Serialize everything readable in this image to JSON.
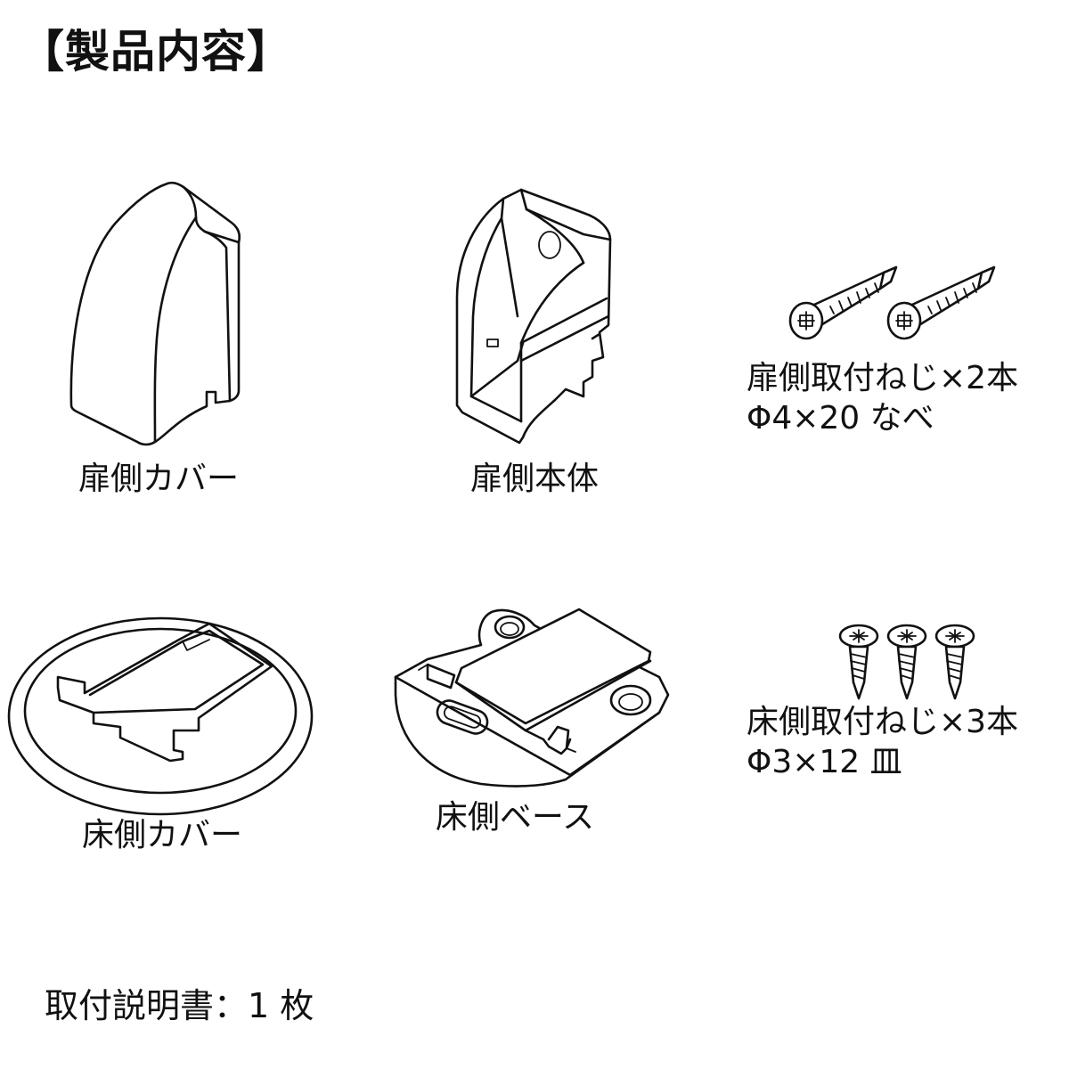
{
  "title": "【製品内容】",
  "parts": {
    "door_cover": {
      "label": "扉側カバー",
      "icon": "door-side-cover-illustration"
    },
    "door_body": {
      "label": "扉側本体",
      "icon": "door-side-body-illustration"
    },
    "door_screws": {
      "label_line1": "扉側取付ねじ×2本",
      "label_line2": "Φ4×20 なべ",
      "icon": "pan-head-screw-illustration"
    },
    "floor_cover": {
      "label": "床側カバー",
      "icon": "floor-side-cover-illustration"
    },
    "floor_base": {
      "label": "床側ベース",
      "icon": "floor-side-base-illustration"
    },
    "floor_screws": {
      "label_line1": "床側取付ねじ×3本",
      "label_line2": "Φ3×12 皿",
      "icon": "flat-head-screw-illustration"
    }
  },
  "footer": {
    "label": "取付説明書",
    "separator": "：",
    "quantity": "1 枚"
  }
}
